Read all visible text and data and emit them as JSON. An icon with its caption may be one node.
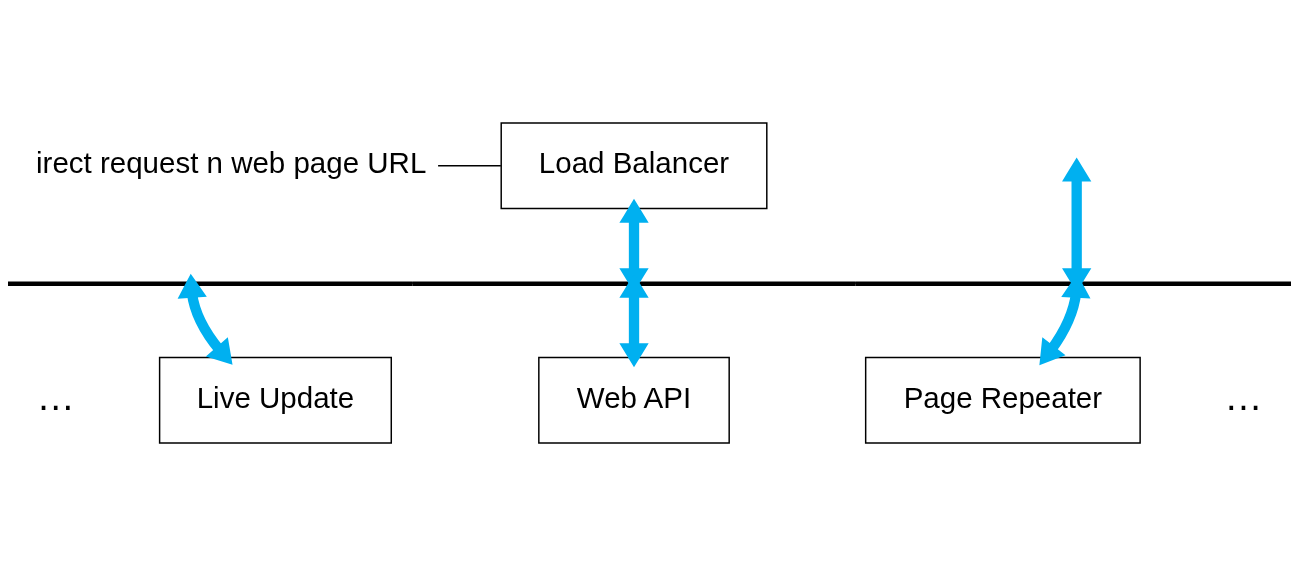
{
  "diagram": {
    "nodes": [
      {
        "text": [
          "irect request n web page URL"
        ]
      },
      {
        "text": [
          "Load Balancer"
        ]
      },
      {
        "text": [],
        "shape": "bar"
      },
      {
        "text": [
          "Live Update"
        ]
      },
      {
        "text": [
          "Web API"
        ]
      },
      {
        "text": [
          "Page Repeater"
        ]
      }
    ],
    "edges": [
      {
        "from": 0,
        "to": 1,
        "arrow": "none",
        "color": "#000000"
      },
      {
        "from": 1,
        "to": 2,
        "arrow": "both"
      },
      {
        "from": null,
        "to": 2,
        "arrow": "both"
      },
      {
        "from": 2,
        "to": 3,
        "arrow": "both"
      },
      {
        "from": 2,
        "to": 4,
        "arrow": "both"
      },
      {
        "from": 2,
        "to": 5,
        "arrow": "both"
      }
    ],
    "labels": [
      "…",
      "…"
    ]
  }
}
